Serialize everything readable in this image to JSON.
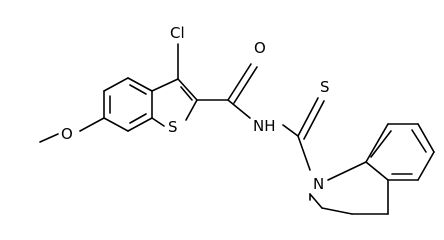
{
  "molecule": {
    "atom_labels": {
      "chlorine": "Cl",
      "carbonyl_oxygen": "O",
      "thiophene_sulfur": "S",
      "amide_nh": "NH",
      "thione_sulfur": "S",
      "ring_nitrogen": "N",
      "methoxy_oxygen": "O"
    }
  }
}
